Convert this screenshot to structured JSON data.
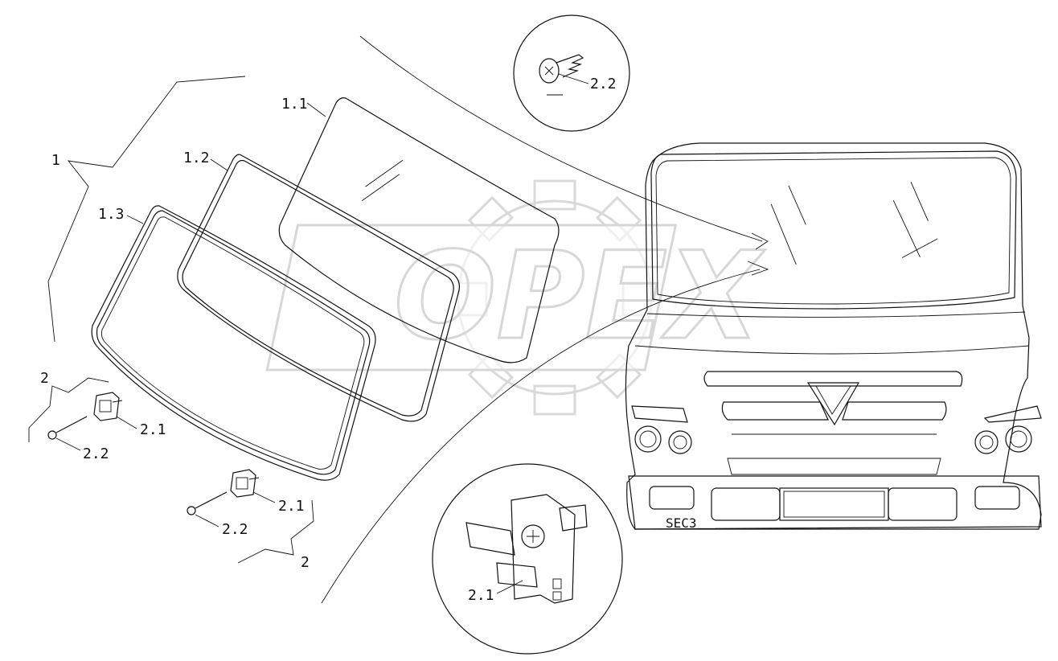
{
  "watermark": {
    "text": "OPEX"
  },
  "labels": {
    "assembly": "1",
    "outer_glass": "1.1",
    "middle_glass": "1.2",
    "inner_glass": "1.3",
    "clip_group_left": "2",
    "clip_group_right": "2",
    "clip_left": "2.1",
    "clip_right": "2.1",
    "clip_detail": "2.1",
    "screw_left": "2.2",
    "screw_right": "2.2",
    "screw_detail": "2.2"
  },
  "cab": {
    "section_mark": "SEC3"
  }
}
